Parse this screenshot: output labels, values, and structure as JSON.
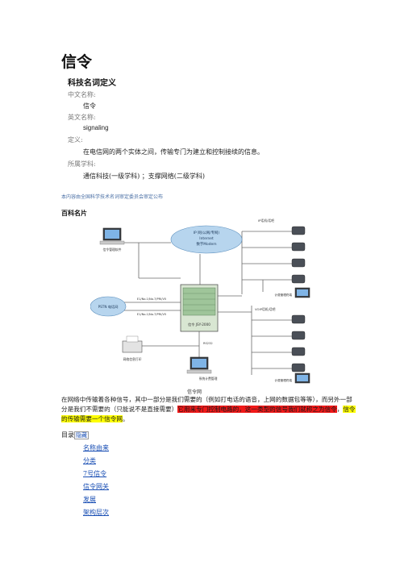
{
  "title": "信令",
  "subtitle": "科技名词定义",
  "definition": {
    "cn_name_label": "中文名称:",
    "cn_name": "信令",
    "en_name_label": "英文名称:",
    "en_name": "signaling",
    "def_label": "定义:",
    "def_text": "在电信网的两个实体之间，传输专门为建立和控制接续的信息。",
    "field_label": "所属学科:",
    "field_text": "通信科技(一级学科) ；支撑网络(二级学科)"
  },
  "source_note": "本内容由全国科学技术名词审定委员会审定公布",
  "gallery_heading": "百科名片",
  "diagram": {
    "cloud_top_line1": "IP 网(公网/专网)",
    "cloud_top_line2": "Internet",
    "cloud_top_line3": "数字Modem",
    "cloud_left": "PSTN 电话网",
    "left_pc": "信令管理软件",
    "link_top": "E1/No.1/No.7/PRI/V5",
    "link_bottom": "E1/No.1/No.7/PRI/V5",
    "switch_label": "信令 JSY-2000",
    "rs232": "RS232",
    "printer": "网络信息打印",
    "bottom_pc": "系统计费管理",
    "ip_group": "IP话机/话吧",
    "ip_pc": "计费管理终端",
    "voip_group": "VOIP话机/话吧",
    "voip_pc": "计费管理终端"
  },
  "caption": "信令网",
  "paragraph": {
    "part1": "在网络中传输着各种信号，其中一部分是我们需要的（例如打电话的语音，上网的数据包等等），而另外一部分是我们不需要的（只能说不是直接需要）",
    "part2": "它用来专门控制电路的，这一类型的信号我们就称之为信令",
    "part3": "，",
    "part4": "信令的传输需要一个信令网",
    "part5": "。"
  },
  "toc": {
    "label": "目录",
    "hide": "隐藏",
    "items": [
      "名称由来",
      "分类",
      "7号信令",
      "信令网关",
      "发展",
      "架构层次"
    ]
  }
}
